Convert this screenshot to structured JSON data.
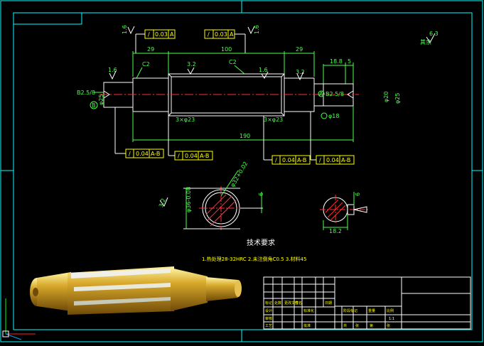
{
  "colors": {
    "background": "#000000",
    "frame": "#00ffff",
    "outline": "#ffffff",
    "dimension": "#4cff4c",
    "tolerance_box": "#ffff00",
    "centerline": "#ff3030",
    "model_gold": "#d7a82a"
  },
  "roughness": {
    "top_left_value": "1.6",
    "top_mid_value": "1.6",
    "corner_value": "6.3",
    "corner_label": "其余",
    "left_end": "1.6",
    "mid_a": "3.2",
    "mid_b": "1.6",
    "right_mid": "3.2",
    "section_left": "3.2"
  },
  "tolerance_top": [
    {
      "symbol": "/",
      "value": "0.03",
      "datum": "A"
    },
    {
      "symbol": "/",
      "value": "0.03",
      "datum": "A"
    }
  ],
  "tolerance_bottom": [
    {
      "symbol": "/",
      "value": "0.04",
      "datum": "A-B"
    },
    {
      "symbol": "/",
      "value": "0.04",
      "datum": "A-B"
    },
    {
      "symbol": "/",
      "value": "0.04",
      "datum": "A-B"
    },
    {
      "symbol": "/",
      "value": "0.04",
      "datum": "A-B"
    }
  ],
  "dimensions": {
    "len_left": "29",
    "len_mid": "100",
    "len_right": "29",
    "len_key": "18.8",
    "len_end": "5",
    "len_total": "190",
    "chamfer_left": "C2",
    "chamfer_mid": "C2",
    "center_hole_left": "B2.5/8",
    "center_hole_right": "B2.5/8",
    "groove_left": "3×φ23",
    "groove_right": "3×φ23",
    "dia_left": "φ25",
    "dia_right_a": "φ20",
    "dia_right_b": "φ25",
    "dia_small": "φ18",
    "datum_left": "B",
    "datum_right": "A",
    "section_top": "φ32+0.02",
    "section_dia": "φ36-0.08",
    "section_key": "6",
    "section2_dia": "6",
    "section2_width": "18.2"
  },
  "tech_requirements": {
    "title": "技术要求",
    "items": "1.热处理28-32HRC    2.未注倒角C0.5    3.材料45"
  },
  "title_block": {
    "cells": [
      "标记",
      "处数",
      "更改文件",
      "签名",
      "日期",
      "设计",
      "标准化",
      "阶段标记",
      "重量",
      "比例",
      "审核",
      "工艺",
      "批准",
      "共",
      "张",
      "第",
      "张",
      "1:1"
    ]
  }
}
